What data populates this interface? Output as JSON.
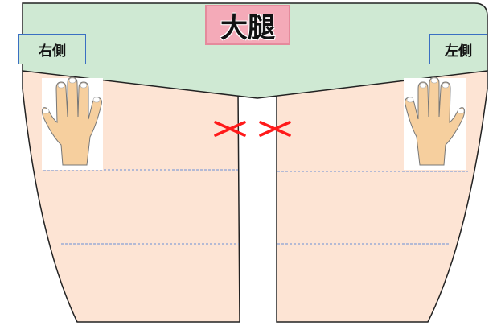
{
  "title": "大腿",
  "right_side_label": "右側",
  "left_side_label": "左側",
  "icons": [
    "right-hand-icon",
    "left-hand-icon",
    "cross-mark-icon"
  ],
  "colors": {
    "band": "#cfe9d3",
    "thigh": "#fde4d4",
    "title_bg": "#f4aab8",
    "cross": "#ff1a1a",
    "divider": "#6b8fd6"
  }
}
